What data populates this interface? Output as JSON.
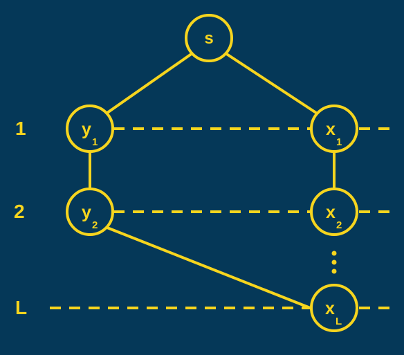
{
  "colors": {
    "background": "#053858",
    "accent": "#F7D51E"
  },
  "level_labels": [
    "1",
    "2",
    "L"
  ],
  "nodes": {
    "s": {
      "main": "s",
      "sub": ""
    },
    "y1": {
      "main": "y",
      "sub": "1"
    },
    "x1": {
      "main": "x",
      "sub": "1"
    },
    "y2": {
      "main": "y",
      "sub": "2"
    },
    "x2": {
      "main": "x",
      "sub": "2"
    },
    "xL": {
      "main": "x",
      "sub": "L"
    }
  }
}
